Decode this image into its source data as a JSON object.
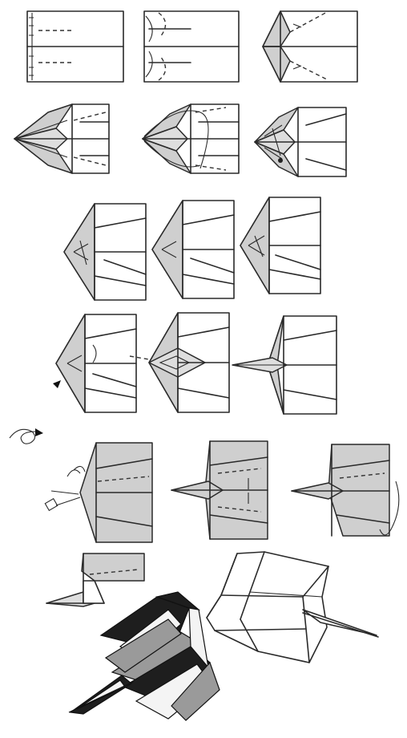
{
  "diagram": {
    "rows": [
      {
        "steps": [
          "step-1",
          "step-2",
          "step-3"
        ]
      },
      {
        "steps": [
          "step-4",
          "step-5",
          "step-6"
        ]
      },
      {
        "steps": [
          "step-7",
          "step-8",
          "step-9"
        ]
      },
      {
        "steps": [
          "step-10",
          "step-11",
          "step-12"
        ]
      },
      {
        "steps": [
          "step-13",
          "step-14",
          "step-15"
        ]
      },
      {
        "steps": [
          "step-16",
          "step-17",
          "step-18"
        ]
      }
    ],
    "icons": [
      "fold-arrow-icon",
      "turn-over-icon",
      "finished-plane-icon"
    ],
    "colors": {
      "paper": "#ffffff",
      "shade": "#cfcfcf",
      "ink": "#2a2a2a"
    }
  }
}
